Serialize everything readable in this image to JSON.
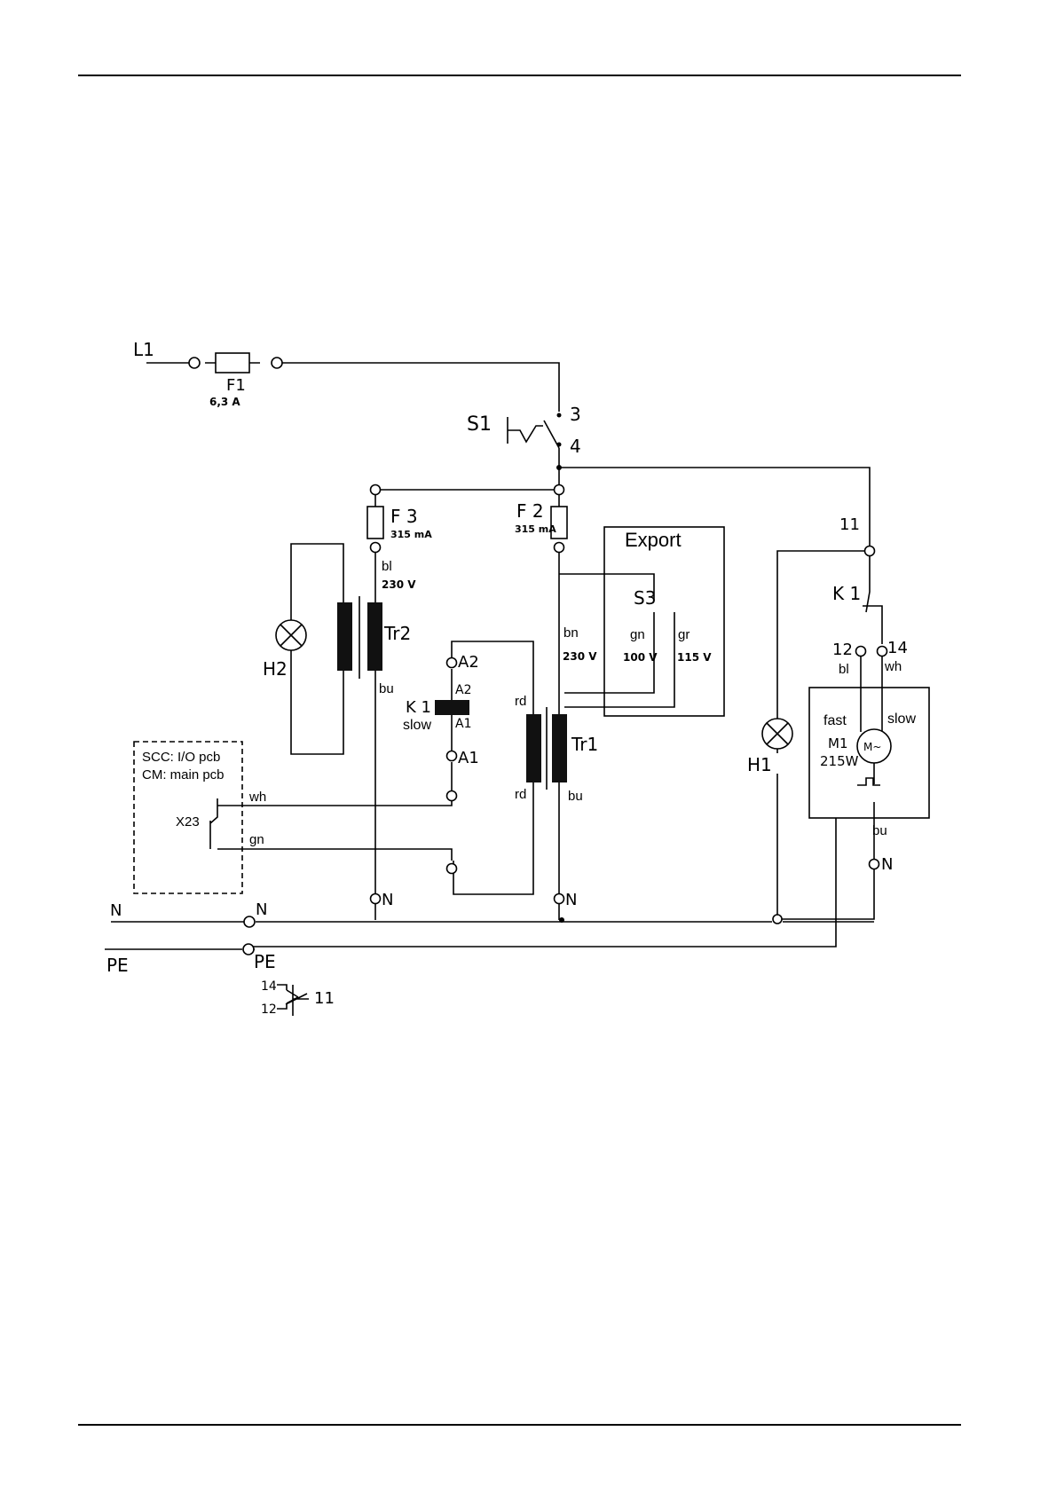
{
  "labels": {
    "l1": "L1",
    "f1": "F1",
    "f1_rating": "6,3 A",
    "s1": "S1",
    "s1_pos3": "3",
    "s1_pos4": "4",
    "f3": "F 3",
    "f3_rating": "315 mA",
    "f2": "F 2",
    "f2_rating": "315 mA",
    "tr2_bl": "bl",
    "tr2_230v": "230 V",
    "tr2": "Tr2",
    "tr2_bu": "bu",
    "h2": "H2",
    "k1_a2_term": "A2",
    "k1_a2_coil": "A2",
    "k1_coil": "K 1",
    "k1_slow": "slow",
    "k1_a1_coil": "A1",
    "k1_a1_term": "A1",
    "tr1_rd_top": "rd",
    "tr1_rd_bottom": "rd",
    "tr1_bn": "bn",
    "tr1_230v": "230 V",
    "tr1": "Tr1",
    "tr1_bu": "bu",
    "export": "Export",
    "s3": "S3",
    "s3_gn": "gn",
    "s3_100v": "100 V",
    "s3_gr": "gr",
    "s3_115v": "115 V",
    "k1_11": "11",
    "k1_contact": "K 1",
    "k1_12": "12",
    "k1_bl": "bl",
    "k1_14": "14",
    "k1_wh": "wh",
    "m1_fast": "fast",
    "m1_slow": "slow",
    "m1": "M1",
    "m1_power": "215W",
    "m1_symbol": "M~",
    "m1_bu": "bu",
    "m1_n": "N",
    "h1": "H1",
    "pcb_line1": "SCC: I/O pcb",
    "pcb_line2": "CM: main pcb",
    "x23": "X23",
    "x23_wh": "wh",
    "x23_gn": "gn",
    "tr2_n": "N",
    "tr1_n": "N",
    "n_rail": "N",
    "n_term": "N",
    "pe_rail": "PE",
    "pe_term": "PE",
    "legend_14": "14",
    "legend_12": "12",
    "legend_11": "11"
  },
  "icons": {
    "fuse": "fuse-icon",
    "lamp": "lamp-icon",
    "transformer": "transformer-icon",
    "relay_coil": "relay-coil-icon",
    "motor": "motor-icon",
    "switch": "switch-icon"
  }
}
